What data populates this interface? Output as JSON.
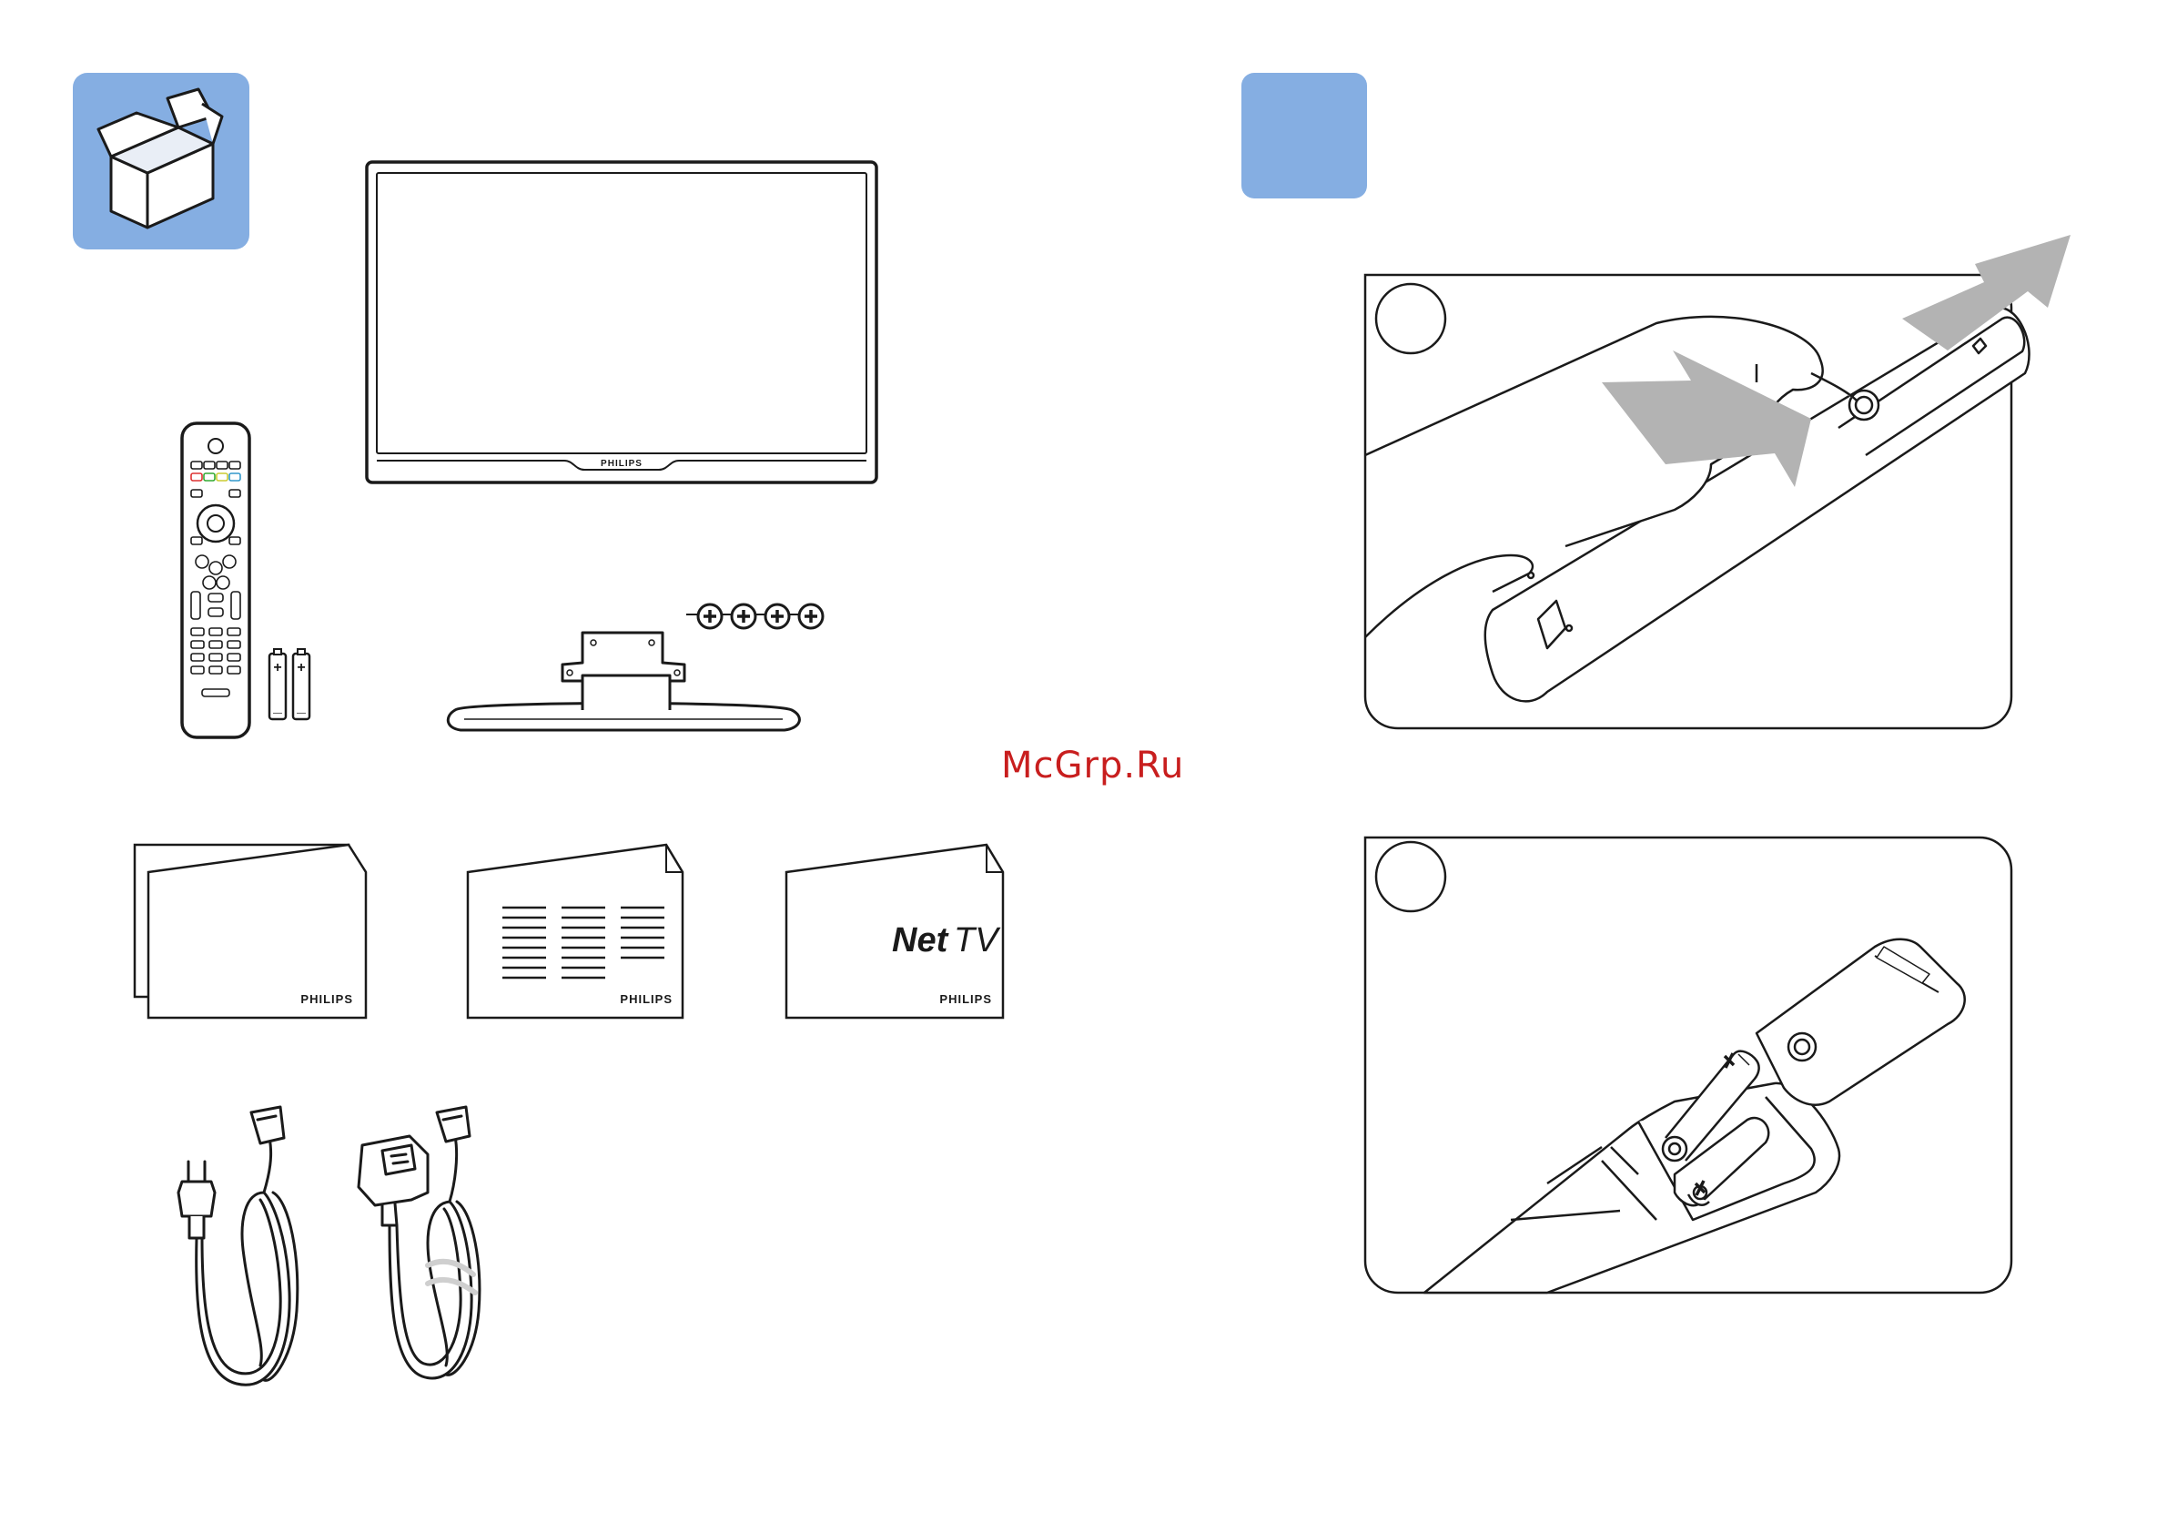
{
  "colors": {
    "accent_box": "#85aee2",
    "line": "#1a1a1a",
    "arrow": "#b3b3b3",
    "watermark": "#c81e1e"
  },
  "icons": {
    "package": "open-box-icon",
    "step_badge": "blank-step-badge"
  },
  "tv": {
    "brand": "PHILIPS"
  },
  "booklets": [
    {
      "brand": "PHILIPS"
    },
    {
      "brand": "PHILIPS"
    },
    {
      "brand": "PHILIPS",
      "logo_net": "Net",
      "logo_tv": "TV"
    }
  ],
  "battery": {
    "plus": "+",
    "minus": "—"
  },
  "watermark": "McGrp.Ru"
}
